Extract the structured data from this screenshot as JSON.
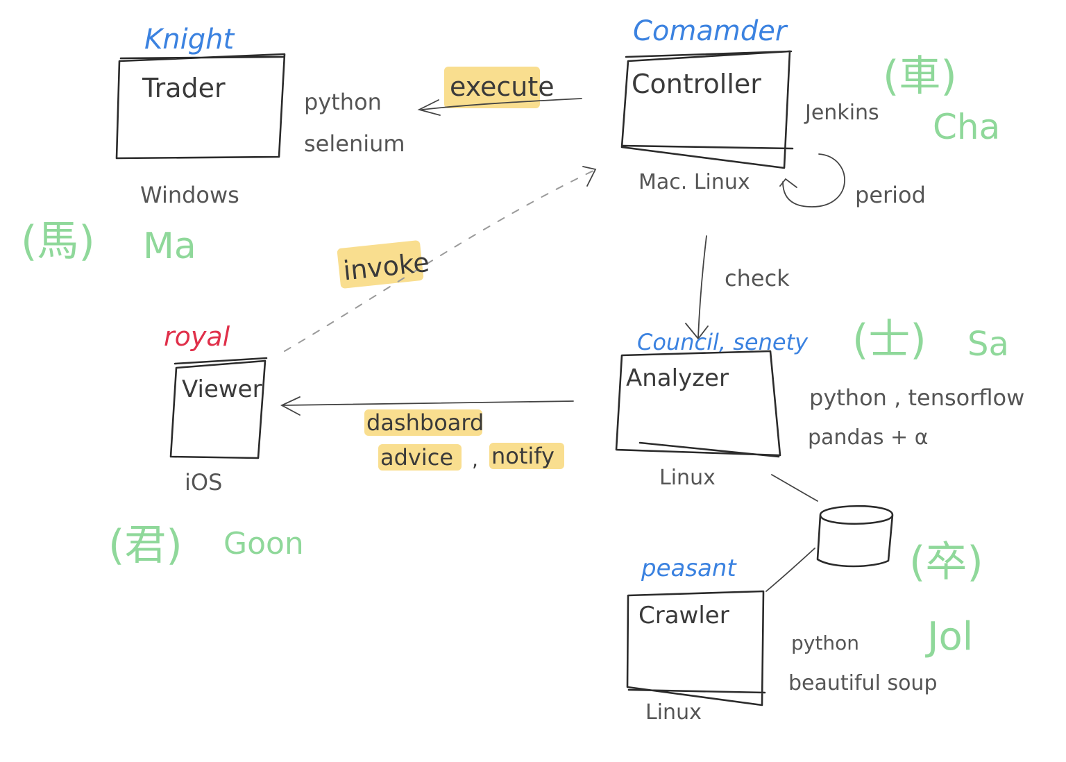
{
  "colors": {
    "ink": "#3a3a3a",
    "role_blue": "#3b82e0",
    "role_red": "#e0304a",
    "piece_green": "#8fd89a",
    "highlight": "#f7d36a"
  },
  "nodes": {
    "trader": {
      "role": "Knight",
      "name": "Trader",
      "tech": [
        "python",
        "selenium"
      ],
      "os": "Windows",
      "piece_hanja": "(馬)",
      "piece_roman": "Ma"
    },
    "controller": {
      "role": "Comamder",
      "name": "Controller",
      "tech": [
        "Jenkins"
      ],
      "os": "Mac. Linux",
      "piece_hanja": "(車)",
      "piece_roman": "Cha"
    },
    "viewer": {
      "role": "royal",
      "name": "Viewer",
      "os": "iOS",
      "piece_hanja": "(君)",
      "piece_roman": "Goon"
    },
    "analyzer": {
      "role": "Council, senety",
      "name": "Analyzer",
      "tech": [
        "python , tensorflow",
        "pandas + α"
      ],
      "os": "Linux",
      "piece_hanja": "(士)",
      "piece_roman": "Sa"
    },
    "crawler": {
      "role": "peasant",
      "name": "Crawler",
      "tech": [
        "python",
        "beautiful soup"
      ],
      "os": "Linux",
      "piece_hanja": "(卒)",
      "piece_roman": "Jol"
    }
  },
  "edges": {
    "execute": "execute",
    "invoke": "invoke",
    "period": "period",
    "check": "check",
    "dashboard": "dashboard",
    "advice": "advice",
    "notify": "notify",
    "comma": ","
  }
}
